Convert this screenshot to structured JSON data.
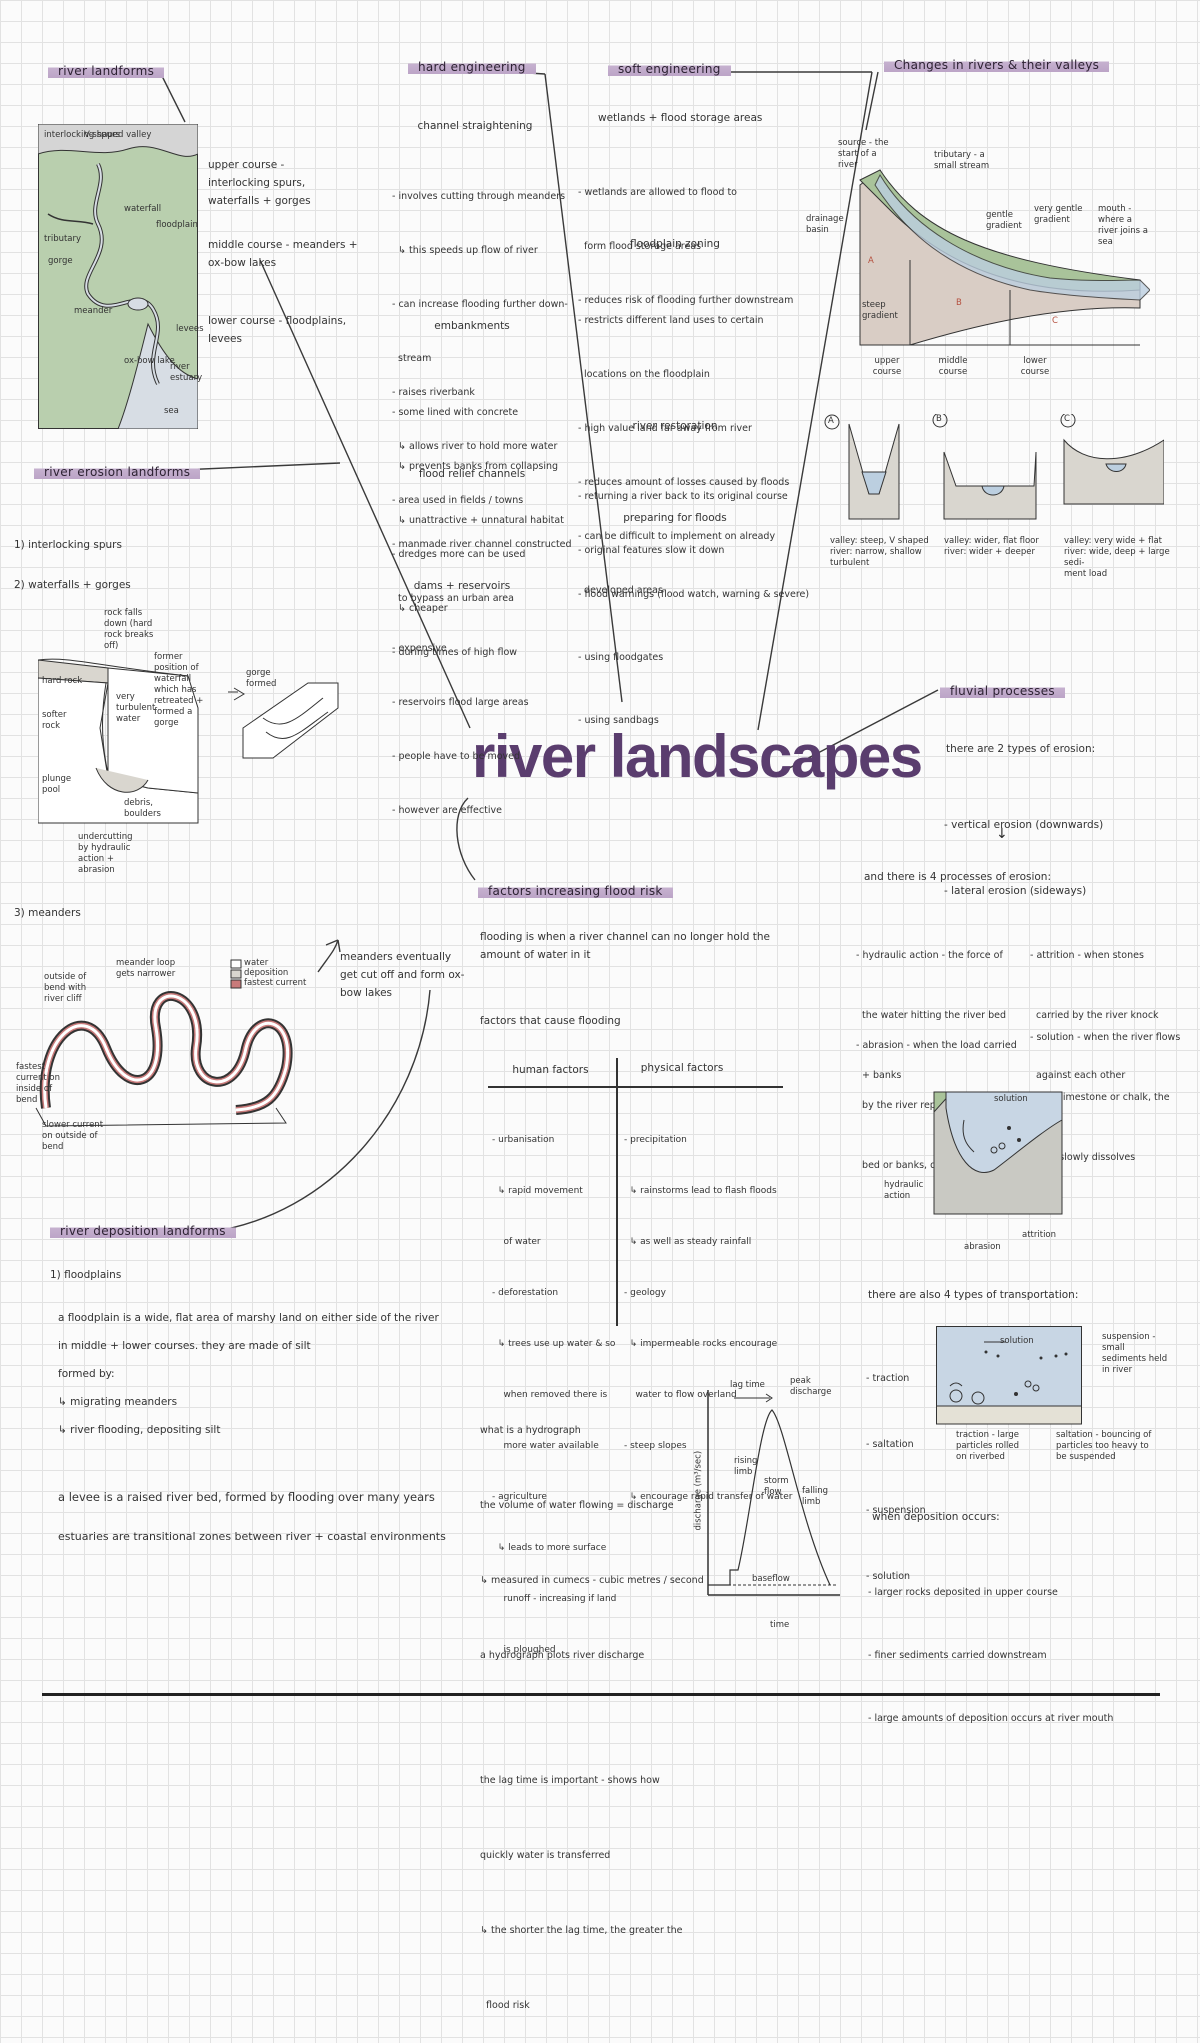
{
  "title": "river landscapes",
  "headings": {
    "river_landforms": "river landforms",
    "hard_engineering": "hard engineering",
    "soft_engineering": "soft engineering",
    "changes": "Changes in rivers & their valleys",
    "erosion_landforms": "river erosion landforms",
    "fluvial_processes": "fluvial processes",
    "factors_flood": "factors increasing flood risk",
    "deposition_landforms": "river deposition landforms"
  },
  "landforms_map": {
    "labels": [
      "interlocking spurs",
      "V-shaped valley",
      "waterfall",
      "floodplain",
      "tributary",
      "gorge",
      "meander",
      "ox-bow lake",
      "levees",
      "river estuary",
      "sea"
    ],
    "upper": "upper course - interlocking spurs, waterfalls + gorges",
    "middle": "middle course - meanders + ox-bow lakes",
    "lower": "lower course - floodplains, levees"
  },
  "hard": {
    "s1_title": "channel straightening",
    "s1_items": [
      "- involves cutting through meanders",
      "  ↳ this speeds up flow of river",
      "- can increase flooding further down-",
      "  stream",
      "- some lined with concrete",
      "  ↳ prevents banks from collapsing",
      "  ↳ unattractive + unnatural habitat"
    ],
    "s2_title": "embankments",
    "s2_items": [
      "- raises riverbank",
      "  ↳ allows river to hold more water",
      "- area used in fields / towns",
      "- dredges more can be used",
      "  ↳ cheaper"
    ],
    "s3_title": "flood relief channels",
    "s3_items": [
      "- manmade river channel constructed",
      "  to bypass an urban area",
      "- during times of high flow"
    ],
    "s4_title": "dams + reservoirs",
    "s4_items": [
      "- expensive",
      "- reservoirs flood large areas",
      "- people have to be moved",
      "- however are effective"
    ]
  },
  "soft": {
    "s1_title": "wetlands + flood storage areas",
    "s1_items": [
      "- wetlands are allowed to flood to",
      "  form flood storage areas",
      "- reduces risk of flooding further downstream"
    ],
    "s2_title": "floodplain zoning",
    "s2_items": [
      "- restricts different land uses to certain",
      "  locations on the floodplain",
      "- high value land far away from river",
      "- reduces amount of losses caused by floods",
      "- can be difficult to implement on already",
      "  developed areas"
    ],
    "s3_title": "river restoration",
    "s3_items": [
      "- returning a river back to its original course",
      "- original features slow it down"
    ],
    "s4_title": "preparing for floods",
    "s4_items": [
      "- flood warnings (flood watch, warning & severe)",
      "- using floodgates",
      "- using sandbags"
    ]
  },
  "changes": {
    "labels": [
      "source - the start of a river",
      "tributary - a small stream",
      "drainage basin",
      "gentle gradient",
      "very gentle gradient",
      "mouth - where a river joins a sea",
      "steep gradient",
      "A",
      "B",
      "C"
    ],
    "courses": [
      "upper course",
      "middle course",
      "lower course"
    ],
    "circles": [
      "A",
      "B",
      "C"
    ],
    "captions": [
      [
        "valley: steep, V shaped",
        "river: narrow, shallow",
        "turbulent"
      ],
      [
        "valley: wider, flat floor",
        "river: wider + deeper",
        ""
      ],
      [
        "valley: very wide + flat",
        "river: wide, deep + large sedi-",
        "ment load"
      ]
    ]
  },
  "erosion": {
    "item1": "1) interlocking spurs",
    "item2": "2) waterfalls + gorges",
    "labels": [
      "hard rock",
      "softer rock",
      "plunge pool",
      "very turbulent water",
      "rock falls down (hard rock breaks off)",
      "former position of waterfall which has retreated + formed a gorge",
      "undercutting by hydraulic action + abrasion",
      "debris, boulders",
      "gorge formed"
    ],
    "item3": "3) meanders",
    "meander_labels": [
      "outside of bend with river cliff",
      "meander loop gets narrower",
      "water",
      "deposition",
      "fastest current",
      "fastest current on inside of bend",
      "slower current on outside of bend"
    ],
    "meander_note": "meanders eventually get cut off and form ox-bow lakes"
  },
  "deposition": {
    "item1": "1) floodplains",
    "p1": "a floodplain is a wide, flat area of marshy land on either side of the river",
    "p2": "in middle + lower courses. they are made of silt",
    "p3": "formed by:",
    "p4": "↳ migrating meanders",
    "p5": "↳ river flooding, depositing silt",
    "levee": "a levee is a raised river bed, formed by flooding over many years",
    "estuary": "estuaries are transitional zones between river + coastal environments"
  },
  "flood": {
    "intro": "flooding is when a river channel can no longer hold the amount of water in it",
    "causes_title": "factors that cause flooding",
    "human_h": "human factors",
    "phys_h": "physical factors",
    "human": [
      "- urbanisation",
      "  ↳ rapid movement",
      "    of water",
      "- deforestation",
      "  ↳ trees use up water & so",
      "    when removed there is",
      "    more water available",
      "- agriculture",
      "  ↳ leads to more surface",
      "    runoff - increasing if land",
      "    is ploughed"
    ],
    "physical": [
      "- precipitation",
      "  ↳ rainstorms lead to flash floods",
      "  ↳ as well as steady rainfall",
      "- geology",
      "  ↳ impermeable rocks encourage",
      "    water to flow overland",
      "- steep slopes",
      "  ↳ encourage rapid transfer of water"
    ],
    "hydro": [
      "what is a hydrograph",
      "the volume of water flowing = discharge",
      "↳ measured in cumecs - cubic metres / second",
      "a hydrograph plots river discharge",
      "",
      "the lag time is important - shows how",
      "quickly water is transferred",
      "↳ the shorter the lag time, the greater the",
      "  flood risk"
    ],
    "graph_labels": {
      "lag": "lag time",
      "peak": "peak discharge",
      "rising": "rising limb",
      "storm": "storm flow",
      "falling": "falling limb",
      "base": "baseflow",
      "y": "discharge (m³/sec)",
      "x": "time"
    }
  },
  "fluvial": {
    "intro": "there are 2 types of erosion:",
    "types": [
      "- vertical erosion (downwards)",
      "- lateral erosion (sideways)"
    ],
    "four": "and there is 4 processes of erosion:",
    "hyd": [
      "- hydraulic action - the force of",
      "  the water hitting the river bed",
      "  + banks"
    ],
    "att": [
      "- attrition - when stones",
      "  carried by the river knock",
      "  against each other"
    ],
    "abr": [
      "- abrasion - when the load carried",
      "  by the river repeatedly hits the",
      "  bed or banks, dislodging particles"
    ],
    "sol": [
      "- solution - when the river flows",
      "  over limestone or chalk, the",
      "  rock slowly dissolves"
    ],
    "diag_labels": [
      "solution",
      "hydraulic action",
      "abrasion",
      "attrition"
    ],
    "transport_title": "there are also 4 types of transportation:",
    "transport": [
      "- traction",
      "- saltation",
      "- suspension",
      "- solution"
    ],
    "t_labels": [
      "solution",
      "suspension - small sediments held in river",
      "traction - large particles rolled on riverbed",
      "saltation - bouncing of particles too heavy to be suspended"
    ],
    "dep_title": "when deposition occurs:",
    "dep": [
      "- larger rocks deposited in upper course",
      "- finer sediments carried downstream",
      "- large amounts of deposition occurs at river mouth"
    ]
  }
}
